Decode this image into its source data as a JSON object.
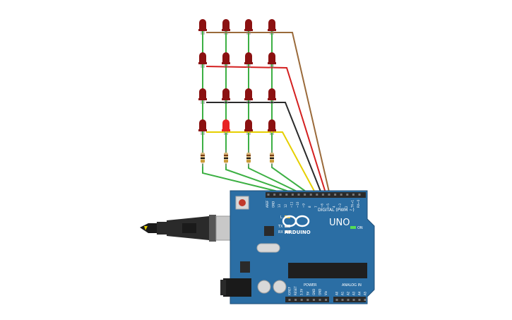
{
  "colors": {
    "board": "#2b6ea4",
    "board_edge": "#1f4f78",
    "header": "#2a2a2a",
    "led_off": "#8b1111",
    "led_on": "#e82424",
    "wire_green": "#3cb043",
    "wire_yellow": "#e6cf00",
    "wire_black": "#2a2a2a",
    "wire_red": "#d42020",
    "wire_brown": "#9a6a3a"
  },
  "board": {
    "brand": "ARDUINO",
    "model": "UNO",
    "digital_label": "DIGITAL (PWM ~)",
    "power_label": "POWER",
    "analog_label": "ANALOG IN",
    "on_label": "ON",
    "led_l": "L",
    "led_tx": "TX",
    "led_rx": "RX",
    "top_pins": [
      "AREF",
      "GND",
      "13",
      "12",
      "~11",
      "~10",
      "~9",
      "8",
      "7",
      "~6",
      "~5",
      "4",
      "~3",
      "2",
      "TX→1",
      "RX←0"
    ],
    "power_pins": [
      "IOREF",
      "RESET",
      "3.3V",
      "5V",
      "GND",
      "GND",
      "Vin"
    ],
    "analog_pins": [
      "A0",
      "A1",
      "A2",
      "A3",
      "A4",
      "A5"
    ]
  },
  "icons": {
    "usb": "usb-cable-icon",
    "reset": "reset-button-icon",
    "power_jack": "dc-jack-icon"
  },
  "leds": {
    "lit_row": 3,
    "lit_col": 1
  }
}
